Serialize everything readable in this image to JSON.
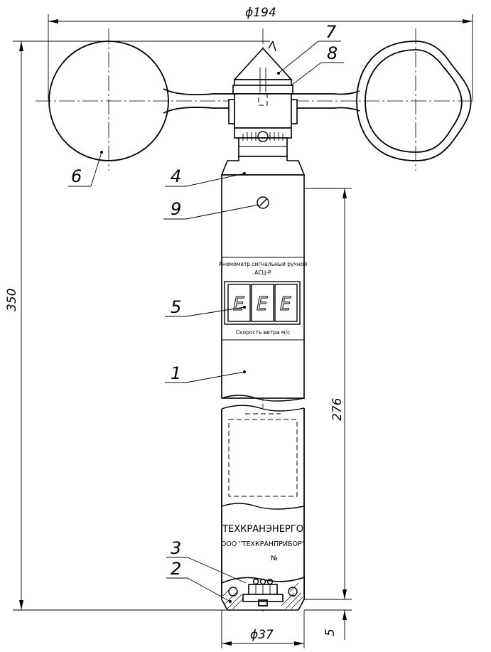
{
  "dimensions": {
    "overall_width": "ϕ194",
    "overall_height": "350",
    "body_length": "276",
    "base_height": "5",
    "base_diameter": "ϕ37"
  },
  "callouts": [
    "1",
    "2",
    "3",
    "4",
    "5",
    "6",
    "7",
    "8",
    "9"
  ],
  "panel": {
    "title": "Анемометр сигнальный ручной",
    "model": "АСЦ-Р",
    "display_digits": [
      "E",
      "E",
      "E"
    ],
    "caption": "Скорость ветра м/с"
  },
  "branding": {
    "company": "ТЕХКРАНЭНЕРГО",
    "manufacturer": "ООО \"ТЕХКРАНПРИБОР\"",
    "serial_label": "№"
  }
}
